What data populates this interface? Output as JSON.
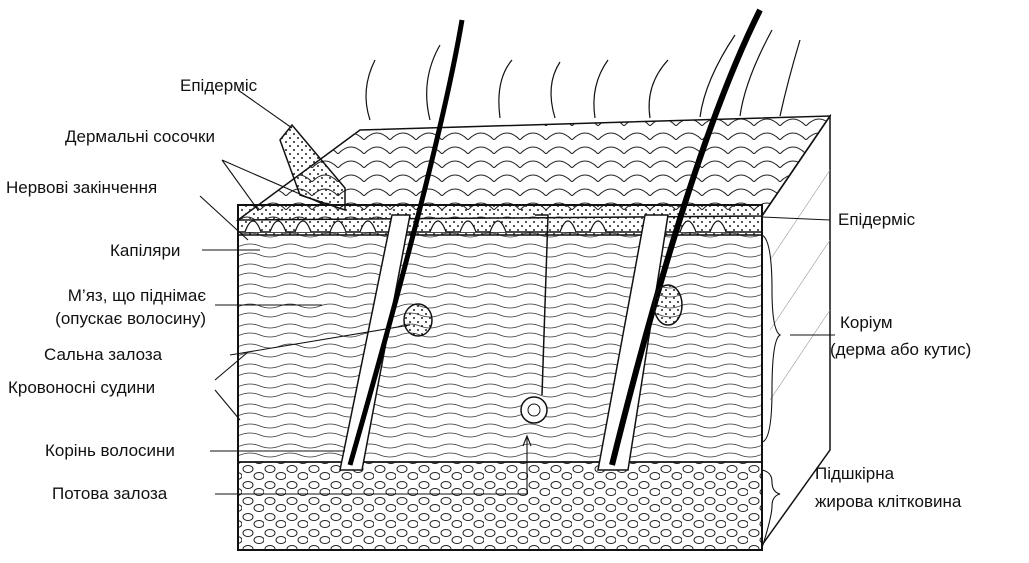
{
  "labels": {
    "epidermis_top": "Епідерміс",
    "dermal_papillae": "Дермальні сосочки",
    "nerve_endings": "Нервові закінчення",
    "capillaries": "Капіляри",
    "muscle_line1": "М’яз, що піднімає",
    "muscle_line2": "(опускає волосину)",
    "sebaceous_gland": "Сальна залоза",
    "blood_vessels": "Кровоносні судини",
    "hair_root": "Корінь волосини",
    "sweat_gland": "Потова залоза",
    "epidermis_right": "Епідерміс",
    "corium_line1": "Коріум",
    "corium_line2": "(дерма або кутис)",
    "subcutis_line1": "Підшкірна",
    "subcutis_line2": "жирова клітковина"
  }
}
